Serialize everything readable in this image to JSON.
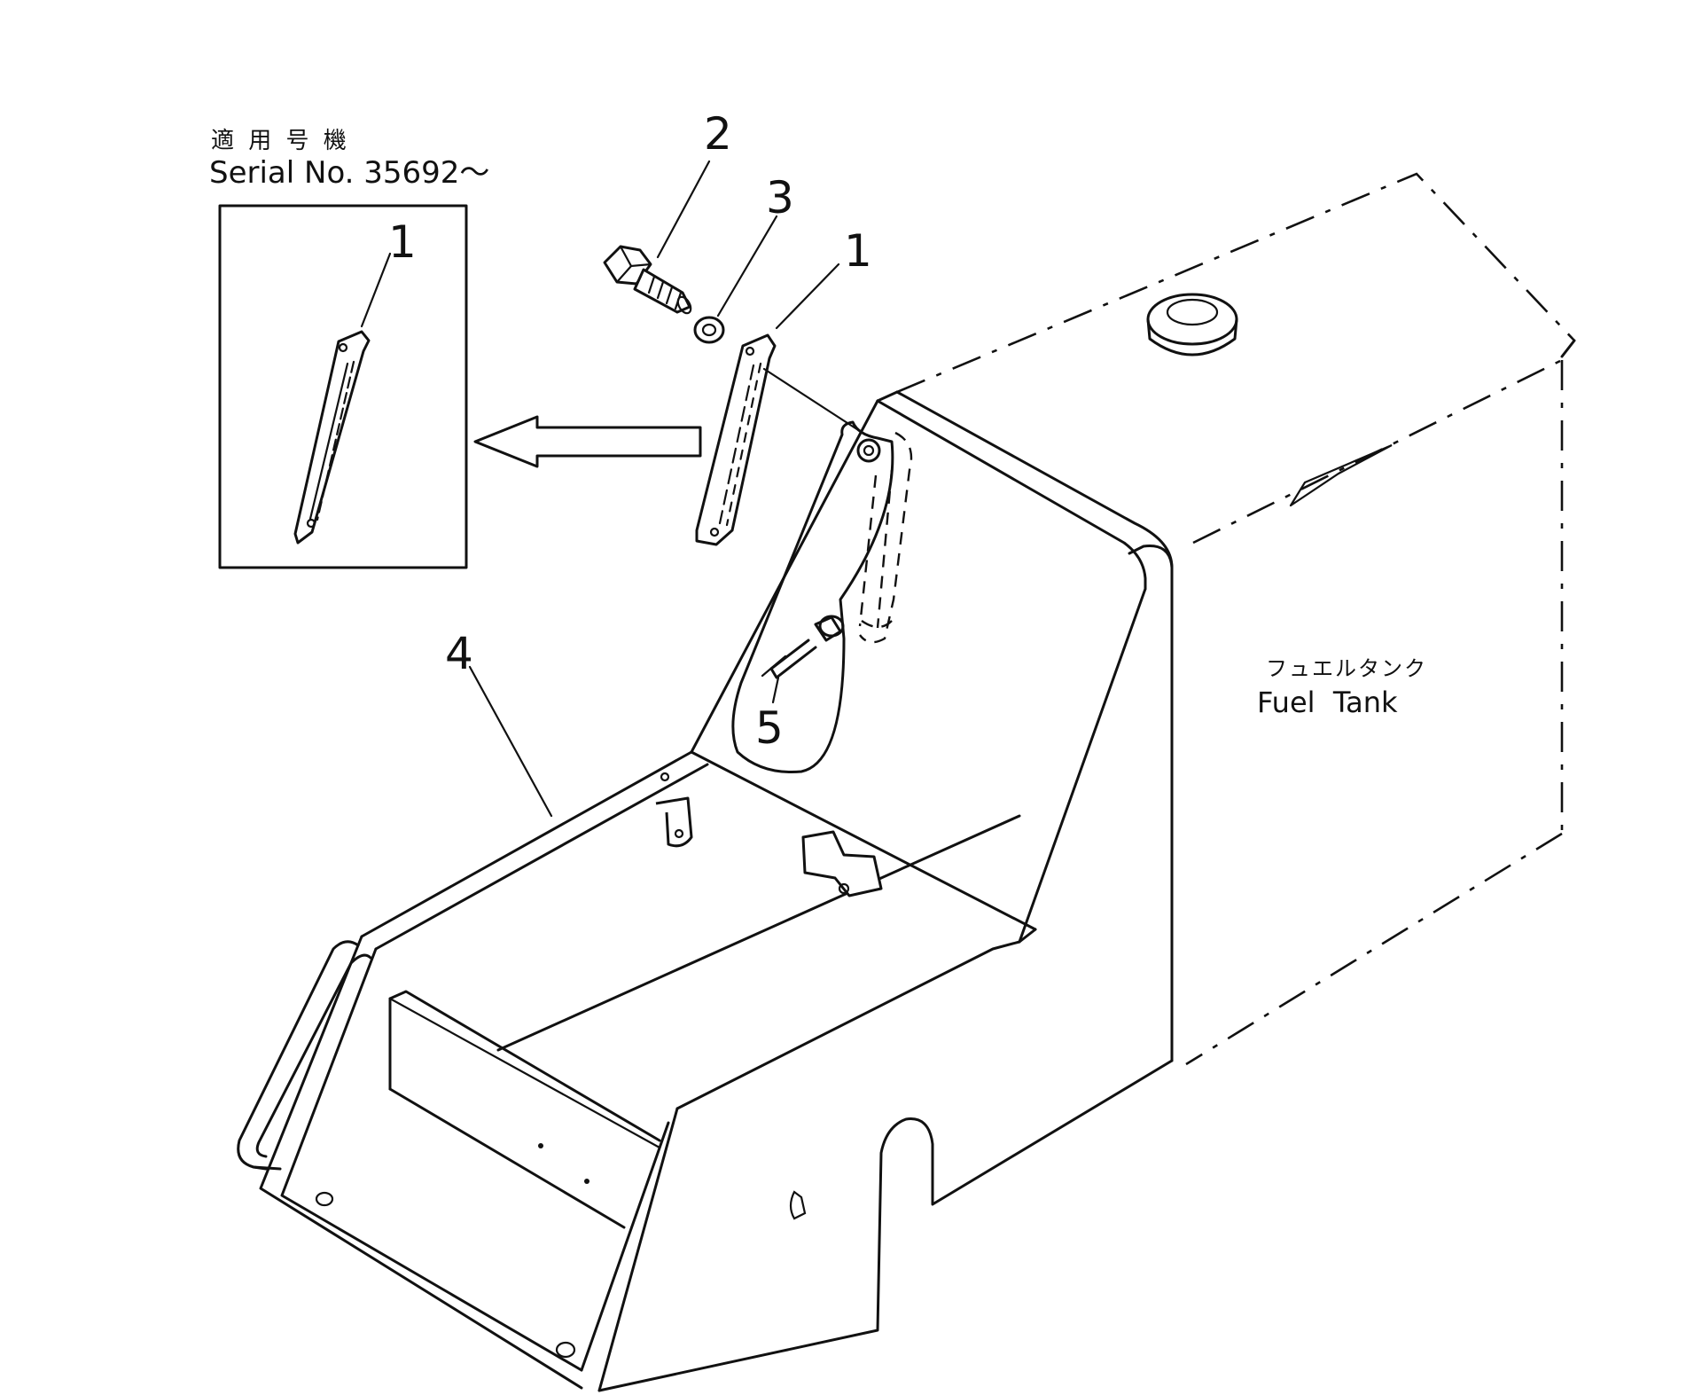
{
  "inset": {
    "applicable_jp": "適 用 号 機",
    "serial": "Serial No. 35692～",
    "callout": "1"
  },
  "callouts": {
    "bolt": "2",
    "washer": "3",
    "plate": "1",
    "step": "4",
    "handle": "5"
  },
  "fuel_tank": {
    "jp": "フュエルタンク",
    "en": "Fuel  Tank"
  }
}
